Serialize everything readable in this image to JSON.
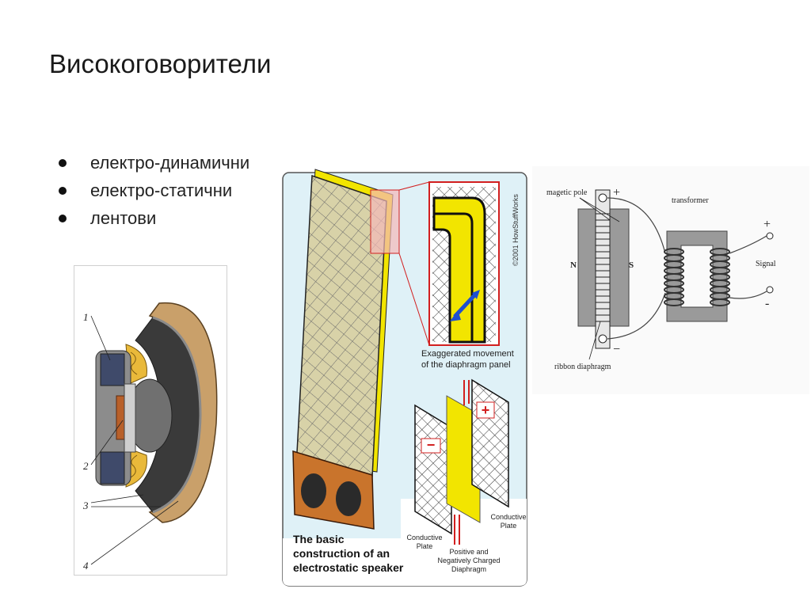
{
  "slide": {
    "title": "Високоговорители",
    "bullets": [
      "електро-динамични",
      "електро-статични",
      "лентови"
    ]
  },
  "dynamic_speaker": {
    "callouts": [
      "1",
      "2",
      "3",
      "4"
    ]
  },
  "electrostatic": {
    "copyright": "©2001 HowStuffWorks",
    "movement_caption_1": "Exaggerated movement",
    "movement_caption_2": "of the diaphragm panel",
    "conductive_left_1": "Conductive",
    "conductive_left_2": "Plate",
    "conductive_right_1": "Conductive",
    "conductive_right_2": "Plate",
    "diaphragm_1": "Positive and",
    "diaphragm_2": "Negatively Charged",
    "diaphragm_3": "Diaphragm",
    "caption_1": "The basic",
    "caption_2": "construction of an",
    "caption_3": "electrostatic speaker",
    "minus_sign": "−",
    "plus_sign": "+"
  },
  "ribbon": {
    "magnetic_pole": "magetic pole",
    "transformer": "transformer",
    "n_pole": "N",
    "s_pole": "S",
    "signal": "Signal",
    "ribbon_diaphragm": "ribbon diaphragm",
    "plus": "+",
    "minus": "−",
    "signal_plus": "+",
    "signal_minus": "-"
  },
  "colors": {
    "accent_yellow": "#f2e500",
    "panel_bg": "#dff1f7",
    "copper": "#c9742c",
    "red": "#d21f1f",
    "steel": "#9a9a9a"
  }
}
